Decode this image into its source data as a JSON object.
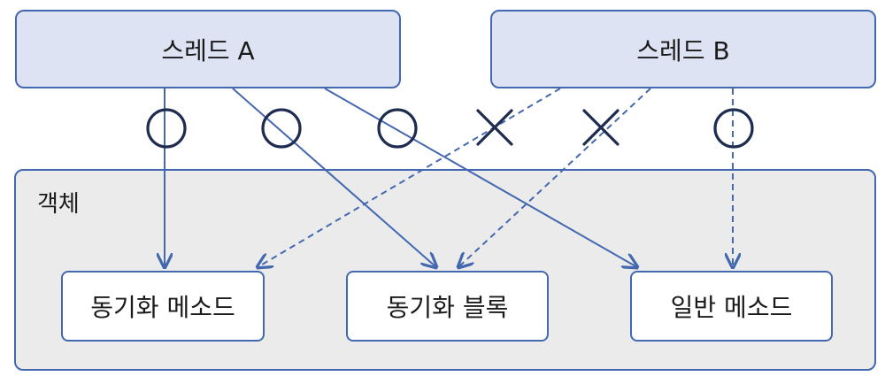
{
  "threads": {
    "a": "스레드 A",
    "b": "스레드 B"
  },
  "object": {
    "label": "객체",
    "members": {
      "sync_method": "동기화 메소드",
      "sync_block": "동기화 블록",
      "normal_method": "일반 메소드"
    }
  },
  "access_marks": [
    {
      "from": "스레드 A",
      "to": "동기화 메소드",
      "allowed": true,
      "symbol": "O"
    },
    {
      "from": "스레드 A",
      "to": "동기화 블록",
      "allowed": true,
      "symbol": "O"
    },
    {
      "from": "스레드 A",
      "to": "일반 메소드",
      "allowed": true,
      "symbol": "O"
    },
    {
      "from": "스레드 B",
      "to": "동기화 메소드",
      "allowed": false,
      "symbol": "X"
    },
    {
      "from": "스레드 B",
      "to": "동기화 블록",
      "allowed": false,
      "symbol": "X"
    },
    {
      "from": "스레드 B",
      "to": "일반 메소드",
      "allowed": true,
      "symbol": "O"
    }
  ],
  "colors": {
    "accent": "#4468b0",
    "mark": "#1e2c4f",
    "thread_fill": "#dde3f2",
    "object_fill": "#ebebeb"
  }
}
